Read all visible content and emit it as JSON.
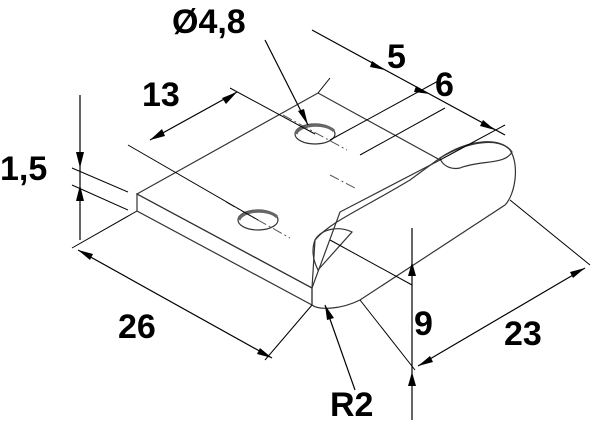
{
  "drawing": {
    "dimensions": {
      "hole_diameter": "Ø4,8",
      "hole_offset_top": "5",
      "hole_offset_side": "6",
      "hole_spacing": "13",
      "thickness": "1,5",
      "length": "26",
      "width": "23",
      "height": "9",
      "bend_radius": "R2"
    }
  }
}
